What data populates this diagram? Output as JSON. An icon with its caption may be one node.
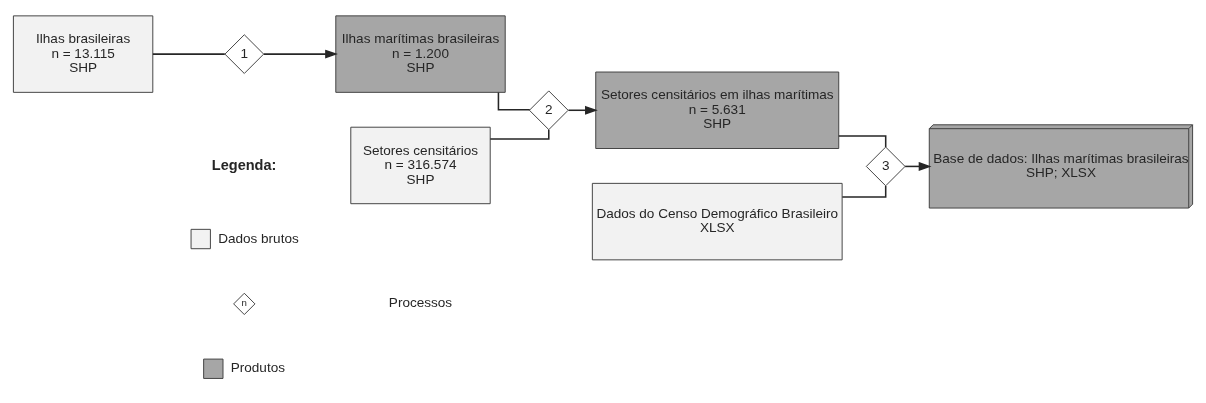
{
  "diagram": {
    "nodes": [
      {
        "text": [
          "Ilhas brasileiras",
          "n = 13.115",
          "SHP"
        ]
      },
      {
        "text": [
          "1"
        ]
      },
      {
        "text": [
          "Ilhas marítimas brasileiras",
          "n = 1.200",
          "SHP"
        ]
      },
      {
        "text": [
          "2"
        ]
      },
      {
        "text": [
          "Setores censitários em ilhas marítimas",
          "n = 5.631",
          "SHP"
        ]
      },
      {
        "text": [
          "3"
        ]
      },
      {
        "text": [
          "Base de dados: Ilhas marítimas brasileiras",
          "SHP; XLSX"
        ]
      },
      {
        "text": [
          "Setores censitários",
          "n = 316.574",
          "SHP"
        ]
      },
      {
        "text": [
          "Dados do Censo Demográfico Brasileiro",
          "XLSX"
        ]
      }
    ],
    "edges": [
      {
        "from": 0,
        "to": 1,
        "arrow": "none"
      },
      {
        "from": 1,
        "to": 2,
        "arrow": "to"
      },
      {
        "from": 2,
        "to": 3,
        "arrow": "none"
      },
      {
        "from": 7,
        "to": 3,
        "arrow": "none"
      },
      {
        "from": 3,
        "to": 4,
        "arrow": "to"
      },
      {
        "from": 4,
        "to": 5,
        "arrow": "none"
      },
      {
        "from": 8,
        "to": 5,
        "arrow": "none"
      },
      {
        "from": 5,
        "to": 6,
        "arrow": "to"
      }
    ],
    "labels": [
      "Legenda:",
      "n"
    ],
    "legend": [
      {
        "text": "Dados brutos",
        "color": "#f2f2f2"
      },
      {
        "text": "Processos"
      },
      {
        "text": "Produtos",
        "color": "#a6a6a6"
      }
    ]
  }
}
